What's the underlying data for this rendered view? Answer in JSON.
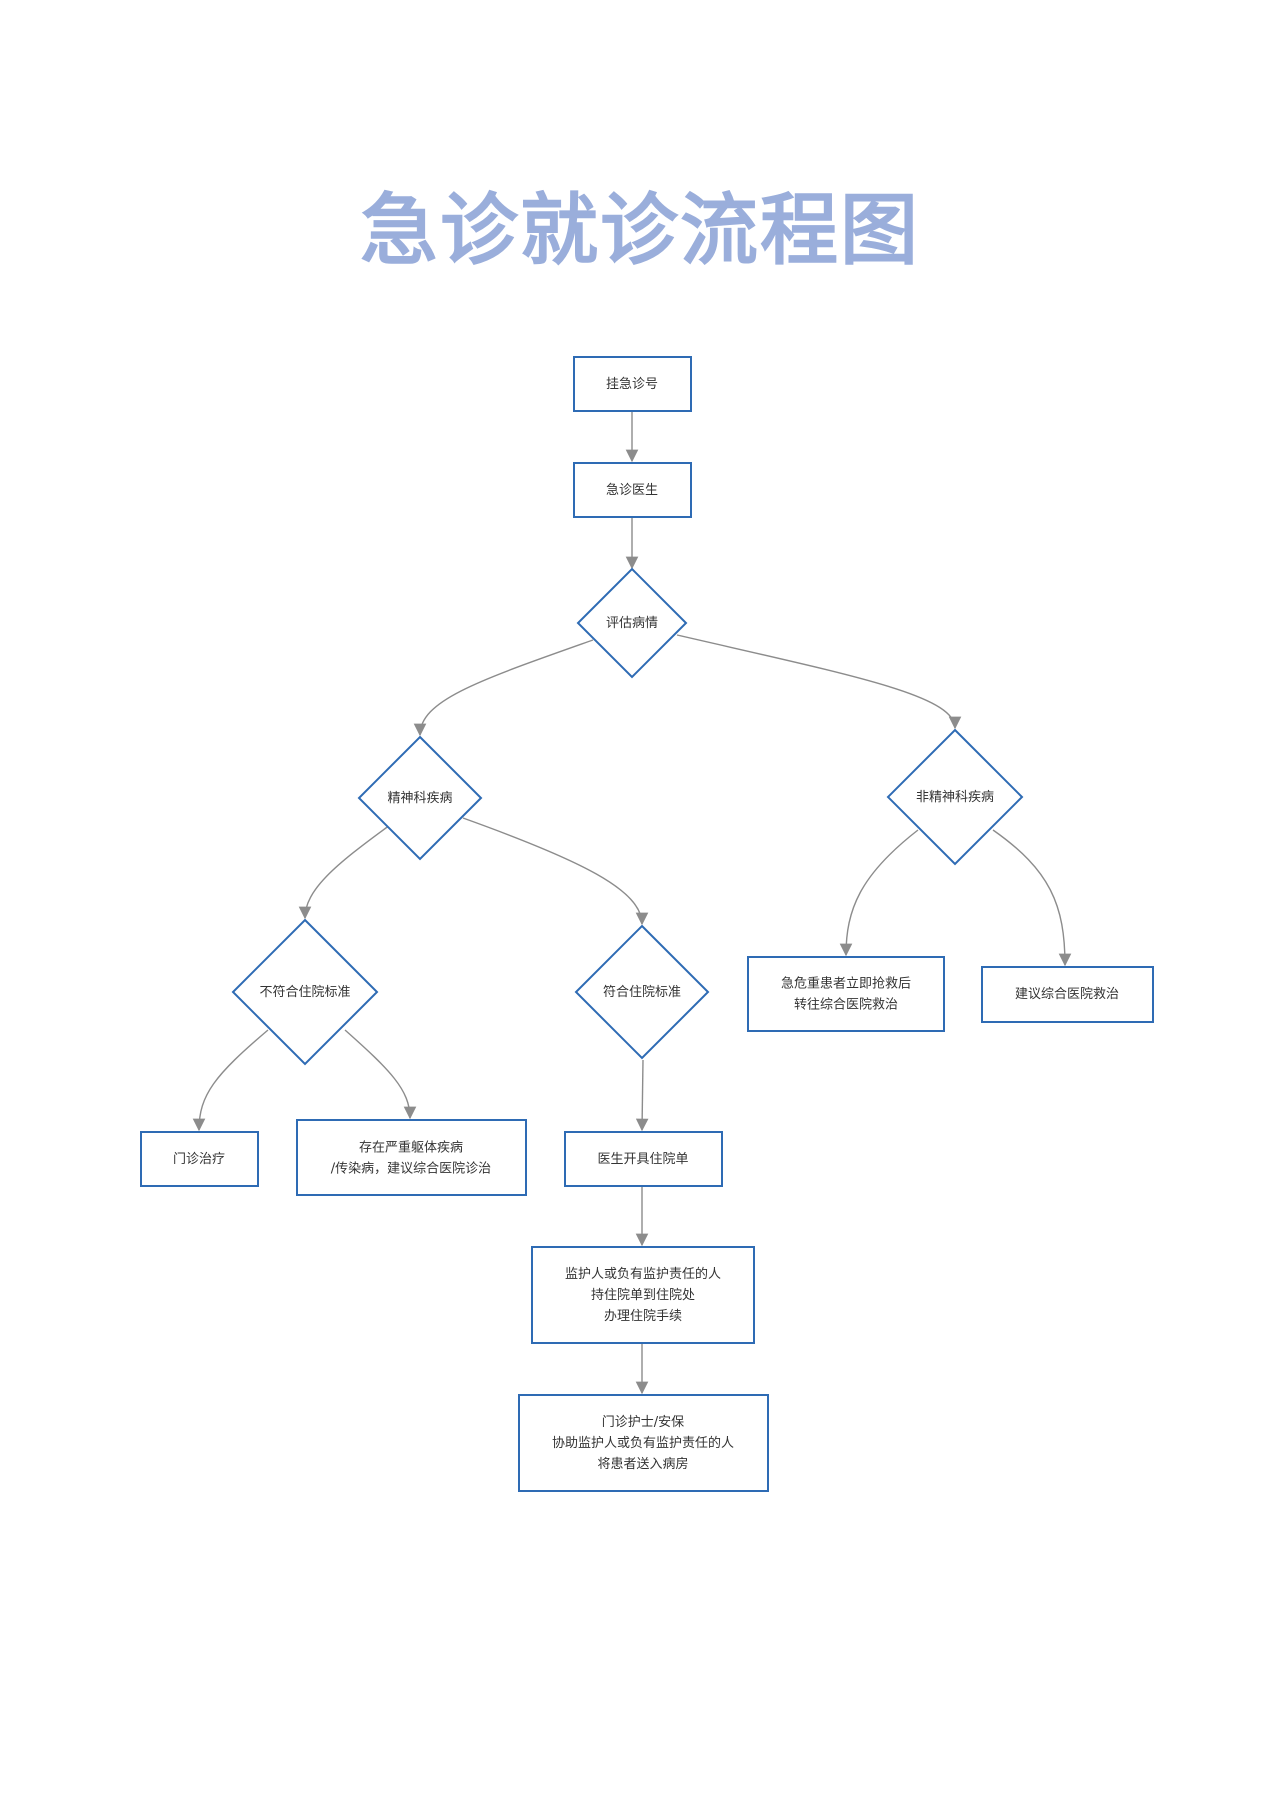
{
  "title": "急诊就诊流程图",
  "colors": {
    "title": "#9aaedb",
    "node_border": "#2e6bb4",
    "edge": "#8c8c8c"
  },
  "nodes": {
    "register": {
      "lines": [
        "挂急诊号"
      ]
    },
    "er_doctor": {
      "lines": [
        "急诊医生"
      ]
    },
    "assess": {
      "lines": [
        "评估病情"
      ]
    },
    "psychiatric": {
      "lines": [
        "精神科疾病"
      ]
    },
    "non_psychiatric": {
      "lines": [
        "非精神科疾病"
      ]
    },
    "not_meet_criteria": {
      "lines": [
        "不符合住院标准"
      ]
    },
    "meet_criteria": {
      "lines": [
        "符合住院标准"
      ]
    },
    "critical_transfer": {
      "lines": [
        "急危重患者立即抢救后",
        "转往综合医院救治"
      ]
    },
    "suggest_general": {
      "lines": [
        "建议综合医院救治"
      ]
    },
    "outpatient": {
      "lines": [
        "门诊治疗"
      ]
    },
    "physical_disease": {
      "lines": [
        "存在严重躯体疾病",
        "/传染病，建议综合医院诊治"
      ]
    },
    "admission_order": {
      "lines": [
        "医生开具住院单"
      ]
    },
    "guardian_process": {
      "lines": [
        "监护人或负有监护责任的人",
        "持住院单到住院处",
        "办理住院手续"
      ]
    },
    "nurse_escort": {
      "lines": [
        "门诊护士/安保",
        "协助监护人或负有监护责任的人",
        "将患者送入病房"
      ]
    }
  }
}
